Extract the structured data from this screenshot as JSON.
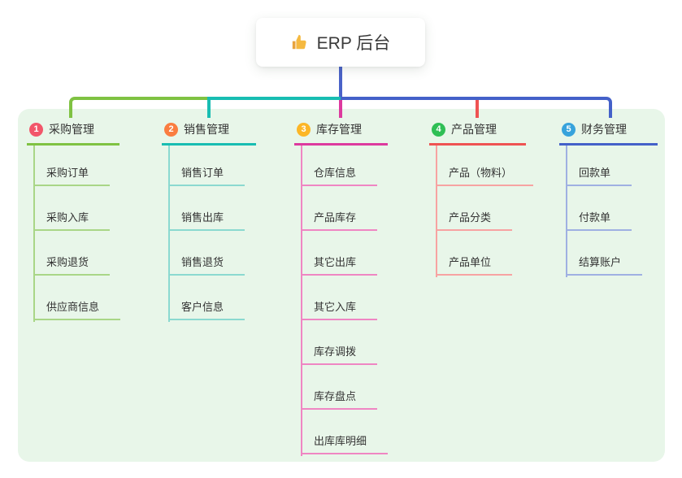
{
  "root": {
    "icon": "thumbs-up-icon",
    "title": "ERP 后台"
  },
  "branches": [
    {
      "index": "1",
      "label": "采购管理",
      "circle_color": "#f2566a",
      "line_color": "#7fc242",
      "child_line_color": "#a9d687",
      "children": [
        "采购订单",
        "采购入库",
        "采购退货",
        "供应商信息"
      ]
    },
    {
      "index": "2",
      "label": "销售管理",
      "circle_color": "#fa7d40",
      "line_color": "#18bdb2",
      "child_line_color": "#8bd9d0",
      "children": [
        "销售订单",
        "销售出库",
        "销售退货",
        "客户信息"
      ]
    },
    {
      "index": "3",
      "label": "库存管理",
      "circle_color": "#fcb626",
      "line_color": "#dd3a9e",
      "child_line_color": "#ef86c3",
      "children": [
        "仓库信息",
        "产品库存",
        "其它出库",
        "其它入库",
        "库存调拨",
        "库存盘点",
        "出库库明细"
      ]
    },
    {
      "index": "4",
      "label": "产品管理",
      "circle_color": "#2fbf55",
      "line_color": "#ef5352",
      "child_line_color": "#f7a3a2",
      "children": [
        "产品（物料）",
        "产品分类",
        "产品单位"
      ]
    },
    {
      "index": "5",
      "label": "财务管理",
      "circle_color": "#37a3dc",
      "line_color": "#4461c9",
      "child_line_color": "#9fb0e2",
      "children": [
        "回款单",
        "付款单",
        "结算账户"
      ]
    }
  ],
  "colors": {
    "canvas_bg": "#ffffff",
    "panel_bg": "#e8f6e9",
    "root_card_bg": "#ffffff",
    "root_connector": "#4a62c8",
    "text": "#333333",
    "thumb_icon": "#f5b940"
  }
}
